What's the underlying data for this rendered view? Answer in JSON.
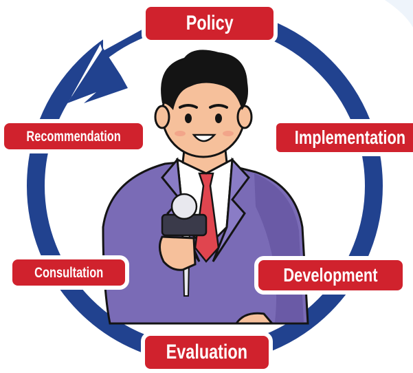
{
  "diagram": {
    "stages": {
      "policy": "Policy",
      "implementation": "Implementation",
      "development": "Development",
      "evaluation": "Evaluation",
      "consultation": "Consultation",
      "recommendation": "Recommendation"
    },
    "colors": {
      "cycle_ring": "#21428f",
      "label_fill": "#d0222d",
      "label_text": "#ffffff",
      "suit": "#7a6bb6",
      "shirt": "#ffffff",
      "tie": "#e0454f",
      "hair": "#141414",
      "skin": "#f6c09b",
      "microphone": "#3a3a4a"
    },
    "icons": [
      "cycle-arrow-icon",
      "reporter-illustration",
      "microphone-icon"
    ]
  }
}
